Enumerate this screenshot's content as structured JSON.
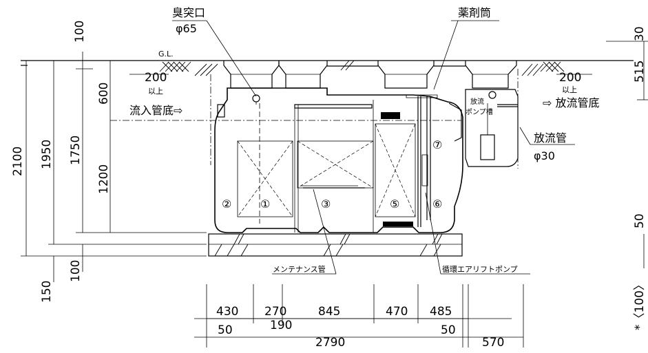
{
  "labels": {
    "odor_outlet": "臭突口",
    "odor_outlet_size": "φ65",
    "chemical_tube": "薬剤筒",
    "gl": "G.L.",
    "left_200": "200",
    "left_ijo": "以上",
    "inflow_bottom": "流入管底⇨",
    "right_200": "200",
    "right_ijo": "以上",
    "outflow_bottom": "⇨ 放流管底",
    "pump_tank_1": "放流",
    "pump_tank_2": "ポンプ槽",
    "discharge_pipe": "放流管",
    "discharge_pipe_size": "φ30",
    "maintenance_pipe": "メンテナンス管",
    "circulation_pump": "循環エアリフトポンプ",
    "chambers": [
      "①",
      "②",
      "③",
      "⑤",
      "⑥",
      "⑦"
    ]
  },
  "dimensions": {
    "top_left_100": "100",
    "top_right_30": "30",
    "d600": "600",
    "d515": "515",
    "d2100": "2100",
    "d1950": "1950",
    "d1750": "1750",
    "d1200": "1200",
    "bottom_100": "100",
    "bottom_150": "150",
    "right_50": "50",
    "right_100": "*〈100〉",
    "w430": "430",
    "w270": "270",
    "w845": "845",
    "w470": "470",
    "w485": "485",
    "w50_left": "50",
    "w190": "190",
    "w2790": "2790",
    "w50_right": "50",
    "w570": "570"
  }
}
